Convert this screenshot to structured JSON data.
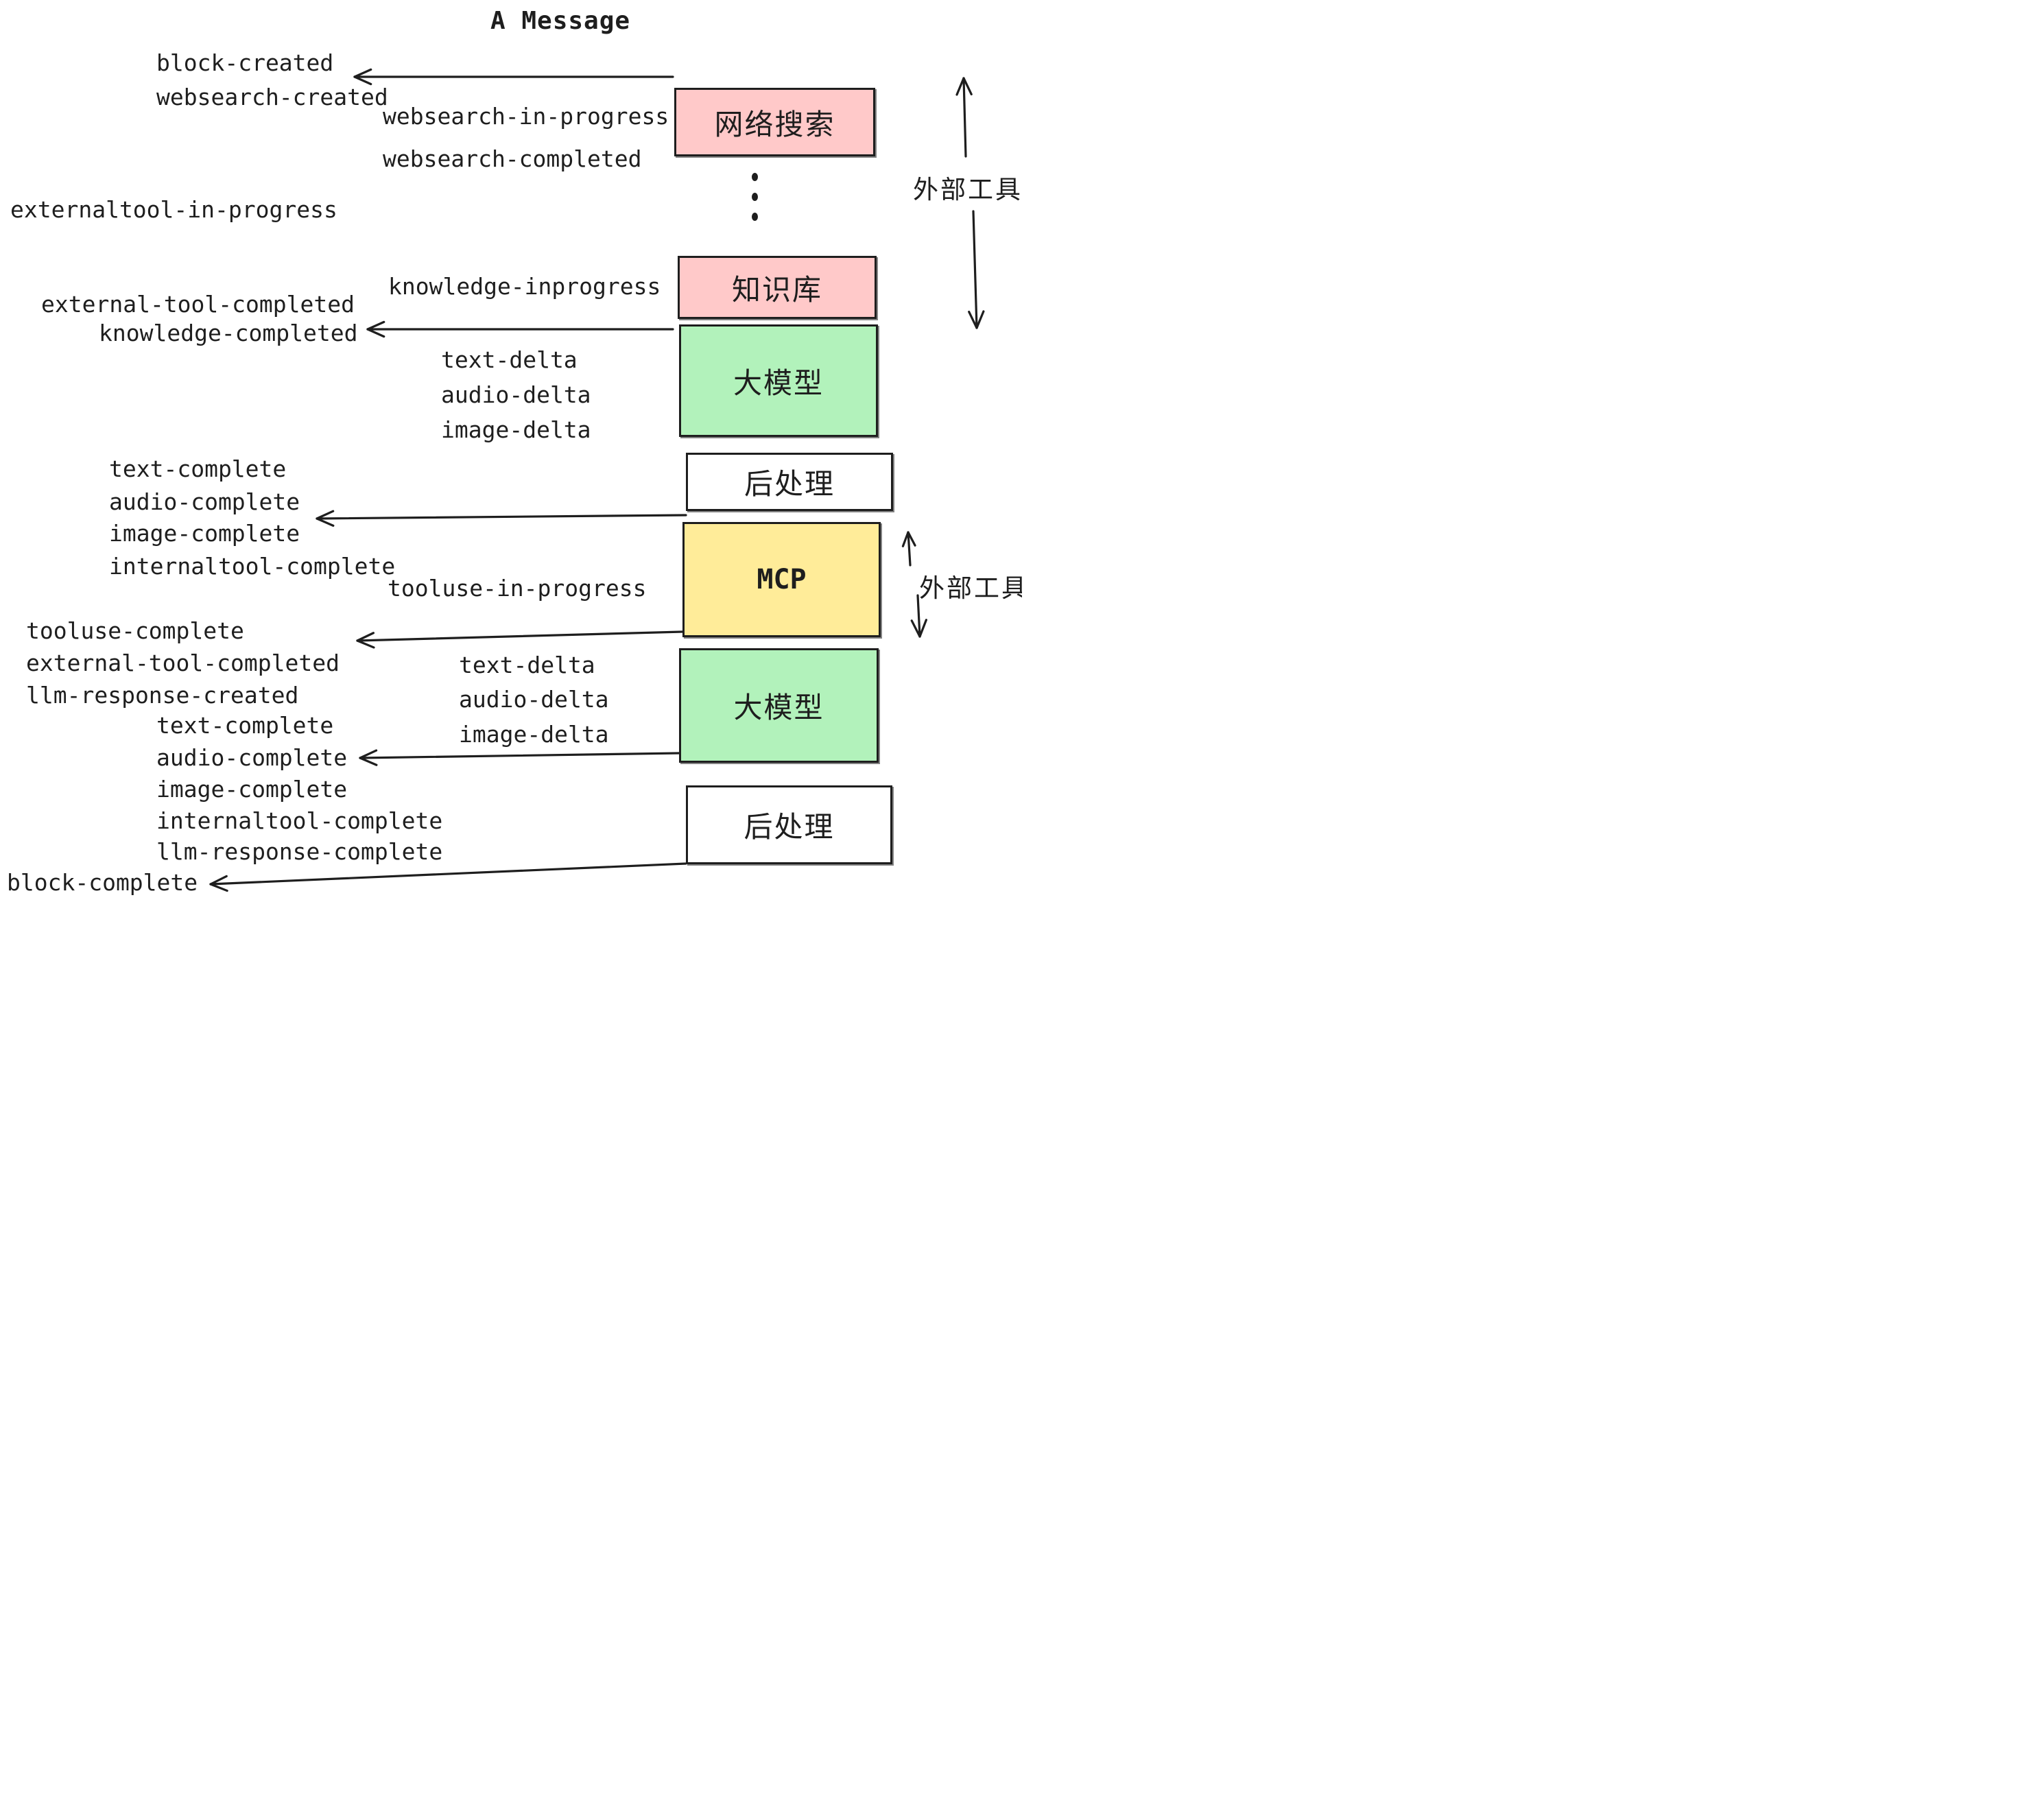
{
  "title": "A Message",
  "events": {
    "block_created": "block-created",
    "websearch_created": "websearch-created",
    "websearch_in_progress": "websearch-in-progress",
    "websearch_completed": "websearch-completed",
    "externaltool_in_progress": "externaltool-in-progress",
    "knowledge_inprogress": "knowledge-inprogress",
    "external_tool_completed": "external-tool-completed",
    "knowledge_completed": "knowledge-completed",
    "text_delta": "text-delta",
    "audio_delta": "audio-delta",
    "image_delta": "image-delta",
    "text_complete": "text-complete",
    "audio_complete": "audio-complete",
    "image_complete": "image-complete",
    "internaltool_complete": "internaltool-complete",
    "tooluse_in_progress": "tooluse-in-progress",
    "tooluse_complete": "tooluse-complete",
    "llm_response_created": "llm-response-created",
    "llm_response_complete": "llm-response-complete",
    "block_complete": "block-complete"
  },
  "boxes": {
    "websearch": {
      "label": "网络搜索",
      "color": "#ffc9c9"
    },
    "knowledge": {
      "label": "知识库",
      "color": "#ffc9c9"
    },
    "llm1": {
      "label": "大模型",
      "color": "#b2f2bb"
    },
    "post1": {
      "label": "后处理",
      "color": "#ffffff"
    },
    "mcp": {
      "label": "MCP",
      "color": "#ffec99"
    },
    "llm2": {
      "label": "大模型",
      "color": "#b2f2bb"
    },
    "post2": {
      "label": "后处理",
      "color": "#ffffff"
    }
  },
  "side_labels": {
    "external_tools_1": "外部工具",
    "external_tools_2": "外部工具"
  },
  "icons": {
    "vertical_ellipsis": "vertical-ellipsis-dots",
    "arrow_style": "open-v-arrowhead"
  },
  "colors": {
    "stroke": "#1e1e1e",
    "pink": "#ffc9c9",
    "green": "#b2f2bb",
    "yellow": "#ffec99",
    "white": "#ffffff",
    "background": "#ffffff"
  }
}
